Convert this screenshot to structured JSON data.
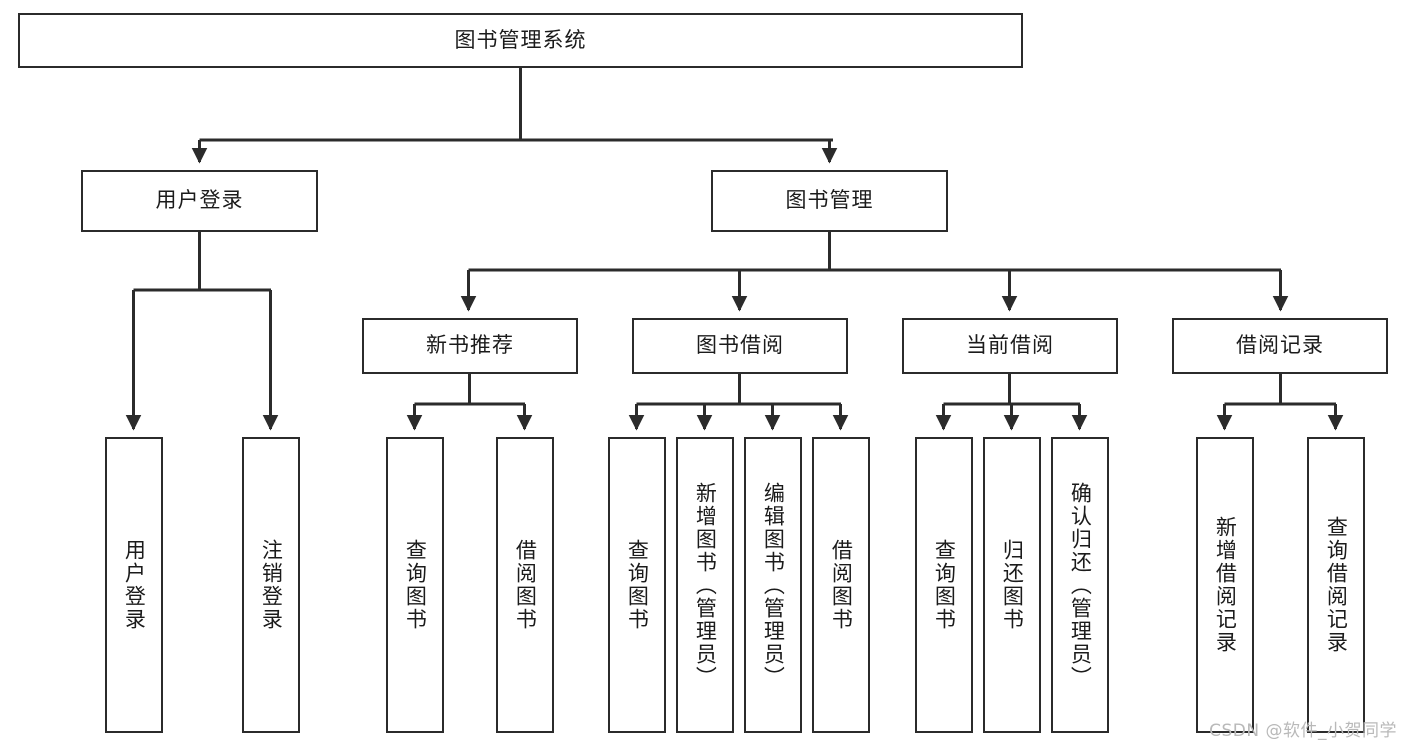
{
  "diagram": {
    "type": "tree-hierarchy-chart",
    "title_text": "图书管理系统",
    "line_color": "#2b2b2b",
    "box_fill": "#ffffff",
    "text_color": "#1b1b1b",
    "root": {
      "label": "图书管理系统"
    },
    "level2": [
      {
        "label": "用户登录"
      },
      {
        "label": "图书管理"
      }
    ],
    "level3": [
      {
        "label": "新书推荐"
      },
      {
        "label": "图书借阅"
      },
      {
        "label": "当前借阅"
      },
      {
        "label": "借阅记录"
      }
    ],
    "leaves": {
      "user_login": [
        {
          "label": "用户登录"
        },
        {
          "label": "注销登录"
        }
      ],
      "new_book_recommend": [
        {
          "label": "查询图书"
        },
        {
          "label": "借阅图书"
        }
      ],
      "book_borrow": [
        {
          "label": "查询图书"
        },
        {
          "label": "新增图书（管理员）"
        },
        {
          "label": "编辑图书（管理员）"
        },
        {
          "label": "借阅图书"
        }
      ],
      "current_borrow": [
        {
          "label": "查询图书"
        },
        {
          "label": "归还图书"
        },
        {
          "label": "确认归还（管理员）"
        }
      ],
      "borrow_record": [
        {
          "label": "新增借阅记录"
        },
        {
          "label": "查询借阅记录"
        }
      ]
    }
  },
  "watermark": {
    "text": "CSDN @软件_小贺同学",
    "color": "#b9b9b9"
  }
}
